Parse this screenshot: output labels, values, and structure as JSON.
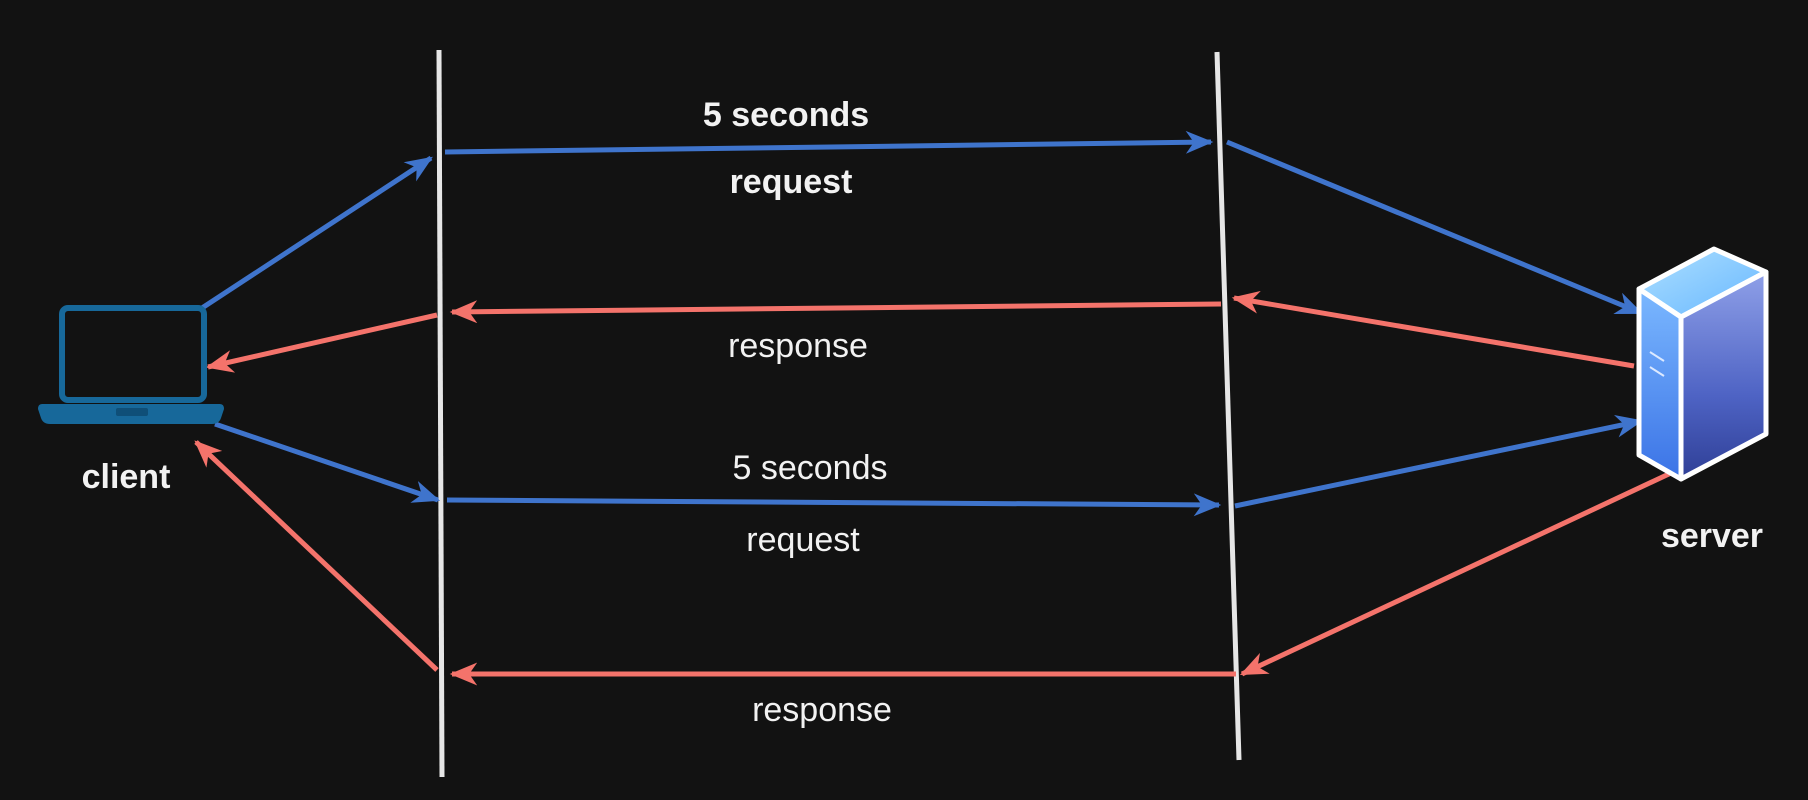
{
  "colors": {
    "background": "#121212",
    "request": "#3f74cc",
    "response": "#f4736b",
    "divider": "#e6e6e6",
    "laptop": "#17689a",
    "text": "#f2f2f2"
  },
  "nodes": {
    "client": {
      "label": "client",
      "icon": "laptop-icon"
    },
    "server": {
      "label": "server",
      "icon": "server-tower-icon"
    }
  },
  "exchanges": [
    {
      "delay_label": "5 seconds",
      "request_label": "request",
      "response_label": "response"
    },
    {
      "delay_label": "5 seconds",
      "request_label": "request",
      "response_label": "response"
    }
  ]
}
